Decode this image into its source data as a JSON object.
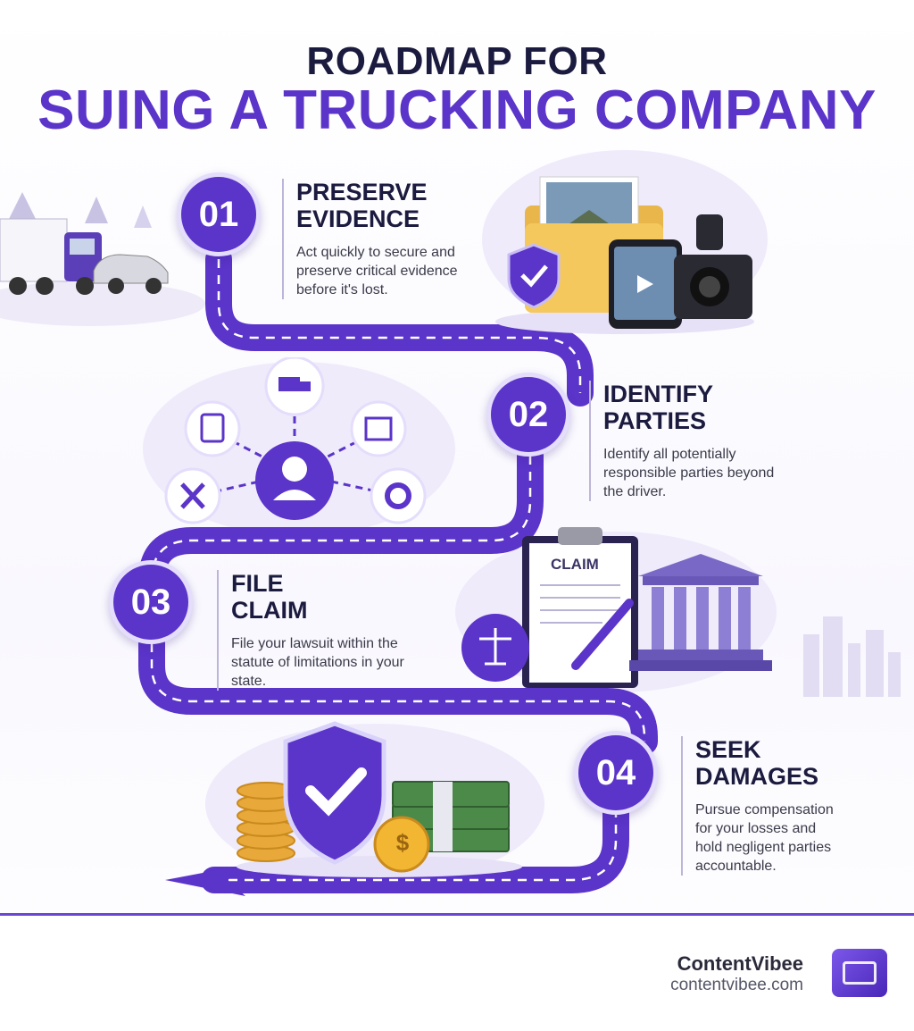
{
  "title": {
    "line1": "ROADMAP FOR",
    "line2": "SUING A TRUCKING COMPANY"
  },
  "steps": [
    {
      "number": "01",
      "heading_line1": "PRESERVE",
      "heading_line2": "EVIDENCE",
      "description": "Act quickly to secure and preserve critical evidence before it's lost."
    },
    {
      "number": "02",
      "heading_line1": "IDENTIFY",
      "heading_line2": "PARTIES",
      "description": "Identify all potentially responsible parties beyond the driver."
    },
    {
      "number": "03",
      "heading_line1": "FILE",
      "heading_line2": "CLAIM",
      "description": "File your lawsuit within the statute of limitations in your state."
    },
    {
      "number": "04",
      "heading_line1": "SEEK",
      "heading_line2": "DAMAGES",
      "description": "Pursue compensation for your losses and hold negligent parties accountable."
    }
  ],
  "illustrations": {
    "claim_label": "CLAIM",
    "coin_symbol": "$"
  },
  "brand": {
    "name": "ContentVibee",
    "url": "contentvibee.com"
  },
  "colors": {
    "primary": "#5b34c9",
    "dark": "#1b1a3f",
    "accent_gold": "#f2b632"
  }
}
